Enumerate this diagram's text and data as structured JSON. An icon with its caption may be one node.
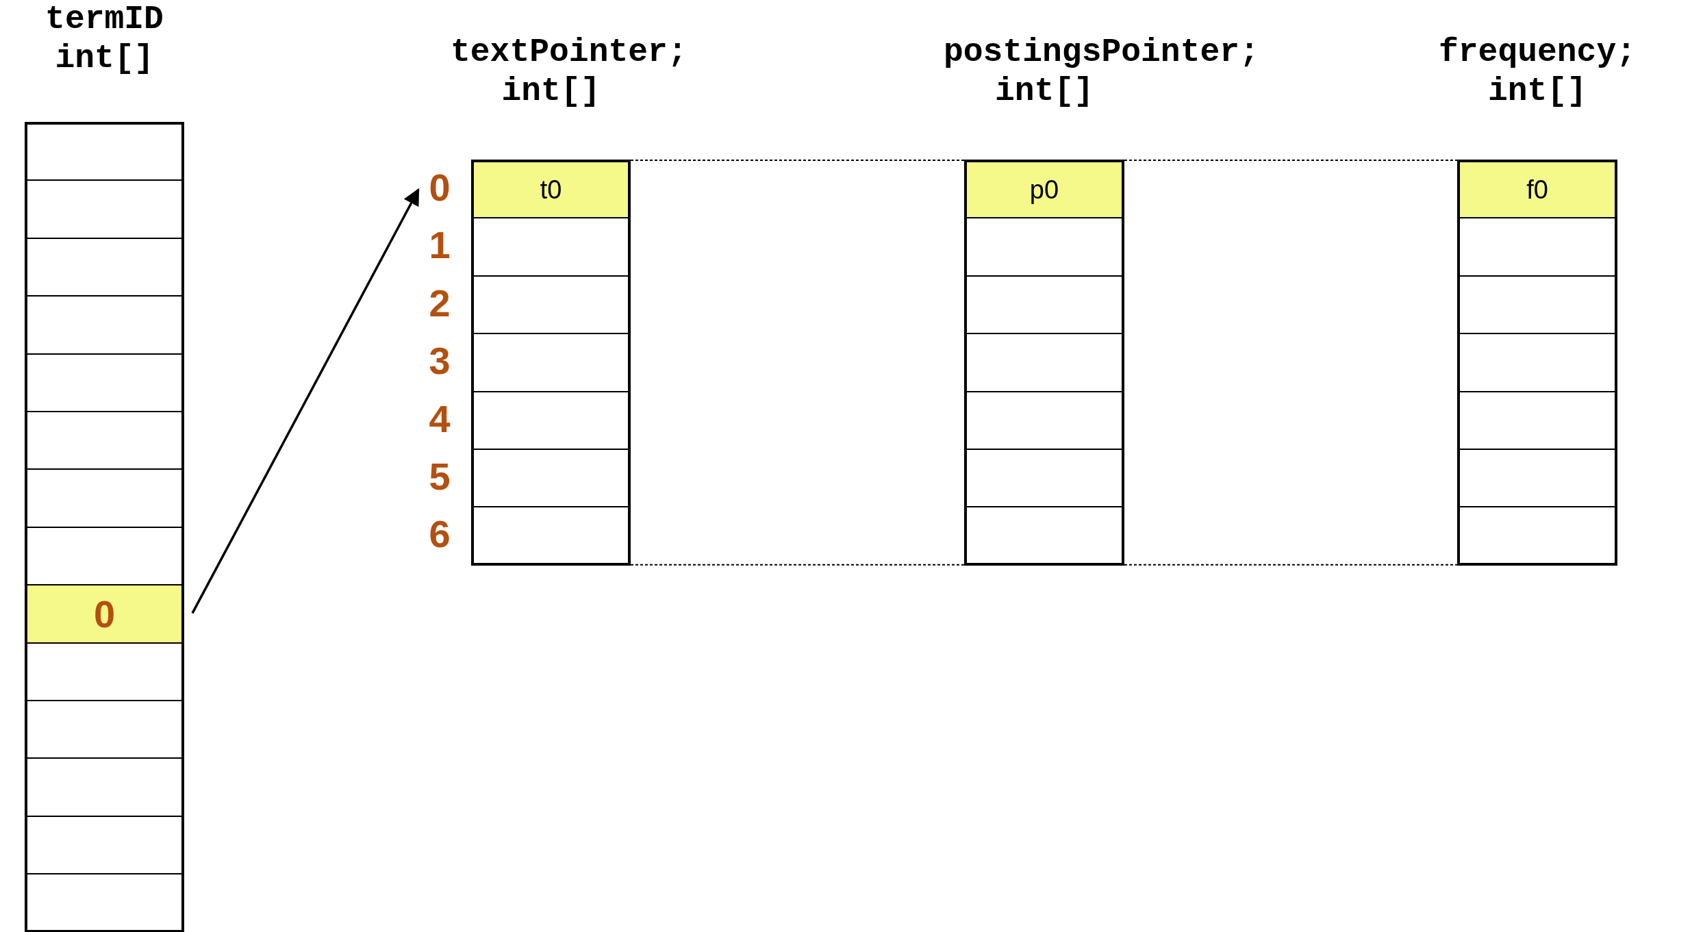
{
  "diagram": {
    "nodes": [
      {
        "text": [
          "termID int[]"
        ]
      },
      {
        "text": [],
        "shape": "box",
        "in": 0
      },
      {
        "text": [],
        "shape": "box",
        "in": 0
      },
      {
        "text": [],
        "shape": "box",
        "in": 0
      },
      {
        "text": [],
        "shape": "box",
        "in": 0
      },
      {
        "text": [],
        "shape": "box",
        "in": 0
      },
      {
        "text": [],
        "shape": "box",
        "in": 0
      },
      {
        "text": [],
        "shape": "box",
        "in": 0
      },
      {
        "text": [],
        "shape": "box",
        "in": 0
      },
      {
        "text": [
          "0"
        ],
        "in": 0
      },
      {
        "text": [],
        "shape": "box",
        "in": 0
      },
      {
        "text": [],
        "shape": "box",
        "in": 0
      },
      {
        "text": [],
        "shape": "box",
        "in": 0
      },
      {
        "text": [],
        "shape": "box",
        "in": 0
      },
      {
        "text": [],
        "shape": "box",
        "in": 0
      },
      {
        "text": [
          "0"
        ]
      },
      {
        "text": [
          "textPointer; int[]"
        ]
      },
      {
        "text": [
          "t0"
        ],
        "in": 16
      },
      {
        "text": [],
        "shape": "box",
        "in": 16
      },
      {
        "text": [],
        "shape": "box",
        "in": 16
      },
      {
        "text": [],
        "shape": "box",
        "in": 16
      },
      {
        "text": [],
        "shape": "box",
        "in": 16
      },
      {
        "text": [],
        "shape": "box",
        "in": 16
      },
      {
        "text": [],
        "shape": "box",
        "in": 16
      },
      {
        "text": [
          "postingsPointer; int[]"
        ]
      },
      {
        "text": [
          "p0"
        ],
        "in": 24
      },
      {
        "text": [],
        "shape": "box",
        "in": 24
      },
      {
        "text": [],
        "shape": "box",
        "in": 24
      },
      {
        "text": [],
        "shape": "box",
        "in": 24
      },
      {
        "text": [],
        "shape": "box",
        "in": 24
      },
      {
        "text": [],
        "shape": "box",
        "in": 24
      },
      {
        "text": [],
        "shape": "box",
        "in": 24
      },
      {
        "text": [
          "frequency; int[]"
        ]
      },
      {
        "text": [
          "f0"
        ],
        "in": 32
      },
      {
        "text": [],
        "shape": "box",
        "in": 32
      },
      {
        "text": [],
        "shape": "box",
        "in": 32
      },
      {
        "text": [],
        "shape": "box",
        "in": 32
      },
      {
        "text": [],
        "shape": "box",
        "in": 32
      },
      {
        "text": [],
        "shape": "box",
        "in": 32
      },
      {
        "text": [],
        "shape": "box",
        "in": 32
      }
    ],
    "edges": [
      {
        "from": 9,
        "to": 15,
        "arrow": "to"
      },
      {
        "from": 17,
        "to": 25,
        "arrow": "none",
        "style": "dashed"
      },
      {
        "from": 23,
        "to": 31,
        "arrow": "none",
        "style": "dashed"
      },
      {
        "from": 25,
        "to": 33,
        "arrow": "none",
        "style": "dashed"
      },
      {
        "from": 31,
        "to": 39,
        "arrow": "none",
        "style": "dashed"
      }
    ],
    "labels": [
      "1",
      "2",
      "3",
      "4",
      "5",
      "6"
    ]
  }
}
